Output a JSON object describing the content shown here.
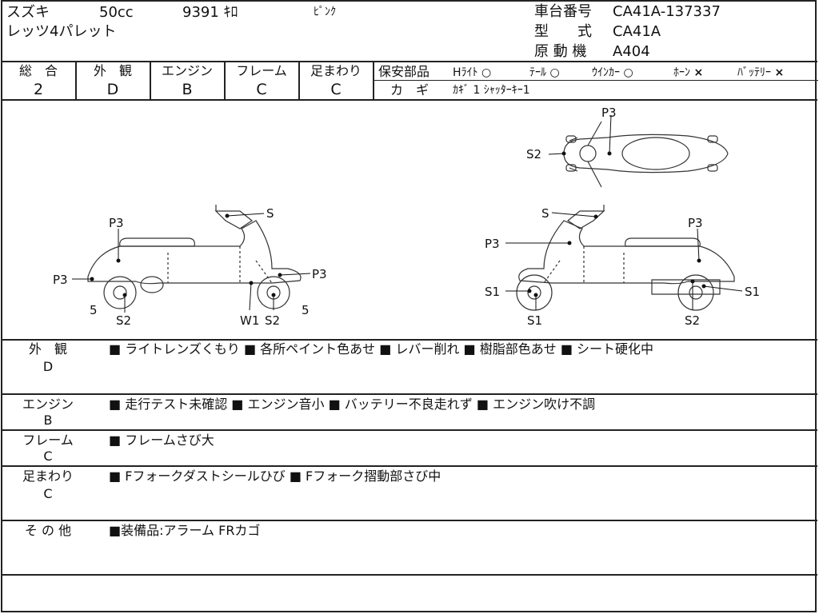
{
  "header": {
    "maker": "スズキ",
    "displacement": "50cc",
    "mileage": "9391 ｷﾛ",
    "color": "ﾋﾟﾝｸ",
    "model_name": "レッツ4パレット",
    "frame_no_label": "車台番号",
    "frame_no": "CA41A-137337",
    "type_label": "型　　式",
    "type_value": "CA41A",
    "engine_label": "原 動 機",
    "engine_value": "A404"
  },
  "grades": [
    {
      "label": "総　合",
      "value": "2"
    },
    {
      "label": "外　観",
      "value": "D"
    },
    {
      "label": "エンジン",
      "value": "B"
    },
    {
      "label": "フレーム",
      "value": "C"
    },
    {
      "label": "足まわり",
      "value": "C"
    }
  ],
  "safety": {
    "label": "保安部品",
    "items": [
      {
        "label": "Hﾗｲﾄ",
        "mark": "○"
      },
      {
        "label": "ﾃｰﾙ",
        "mark": "○"
      },
      {
        "label": "ｳｲﾝｶｰ",
        "mark": "○"
      },
      {
        "label": "ﾎｰﾝ",
        "mark": "×"
      },
      {
        "label": "ﾊﾞｯﾃﾘｰ",
        "mark": "×"
      }
    ],
    "key_label": "カ　ギ",
    "key_value": "ｶｷﾞ 1 ｼｬｯﾀｰｷｰ1"
  },
  "diagram_labels": {
    "top_p3": "P3",
    "top_s2": "S2",
    "left_s": "S",
    "left_p3_top": "P3",
    "left_p3_rear": "P3",
    "left_p3_front": "P3",
    "left_5_rear": "5",
    "left_s2_rear": "S2",
    "left_w1": "W1",
    "left_s2_front": "S2",
    "left_5_front": "5",
    "right_s": "S",
    "right_p3_front": "P3",
    "right_p3_seat": "P3",
    "right_s1_front": "S1",
    "right_s1_bottom": "S1",
    "right_s1_rear": "S1",
    "right_s2_rear": "S2"
  },
  "sections": [
    {
      "heading": "外　観",
      "grade": "D",
      "text": "■ ライトレンズくもり ■ 各所ペイント色あせ ■ レバー削れ ■ 樹脂部色あせ ■ シート硬化中"
    },
    {
      "heading": "エンジン",
      "grade": "B",
      "text": "■ 走行テスト未確認 ■ エンジン音小 ■ バッテリー不良走れず ■ エンジン吹け不調"
    },
    {
      "heading": "フレーム",
      "grade": "C",
      "text": "■ フレームさび大"
    },
    {
      "heading": "足まわり",
      "grade": "C",
      "text": "■ Fフォークダストシールひび ■ Fフォーク摺動部さび中"
    },
    {
      "heading": "そ の 他",
      "grade": "",
      "text": "■装備品:アラーム FRカゴ"
    }
  ]
}
